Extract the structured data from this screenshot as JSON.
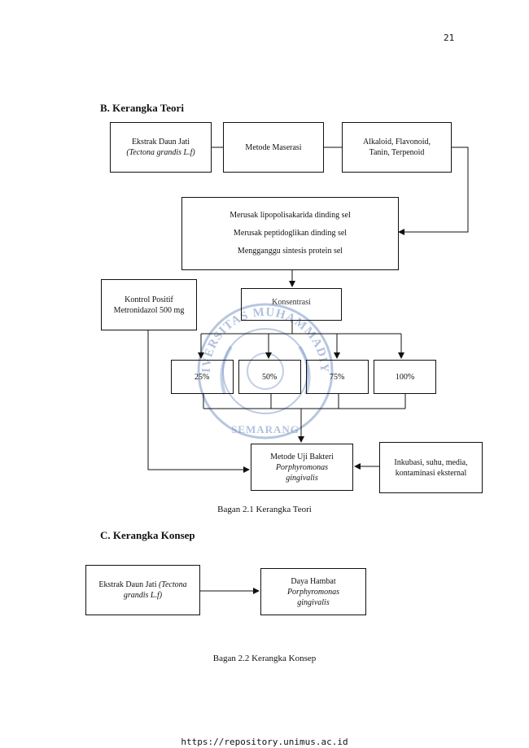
{
  "page_number": "21",
  "section_b": {
    "heading": "B. Kerangka Teori",
    "box_extract": {
      "line1": "Ekstrak Daun Jati",
      "line2": "(Tectona grandis L.f)"
    },
    "box_method": "Metode Maserasi",
    "box_compounds": {
      "line1": "Alkaloid, Flavonoid,",
      "line2": "Tanin, Terpenoid"
    },
    "box_mechanism": {
      "line1": "Merusak lipopolisakarida dinding sel",
      "line2": "Merusak peptidoglikan dinding sel",
      "line3": "Mengganggu sintesis protein sel"
    },
    "box_positive_control": {
      "line1": "Kontrol Positif",
      "line2": "Metronidazol 500 mg"
    },
    "box_concentration": "Konsentrasi",
    "concentrations": [
      "25%",
      "50%",
      "75%",
      "100%"
    ],
    "box_test_method": {
      "line1": "Metode Uji Bakteri",
      "line2": "Porphyromonas",
      "line3": "gingivalis"
    },
    "box_incubation": {
      "line1": "Inkubasi, suhu, media,",
      "line2": "kontaminasi eksternal"
    },
    "caption": "Bagan 2.1 Kerangka Teori"
  },
  "section_c": {
    "heading": "C. Kerangka Konsep",
    "box_extract": {
      "line1": "Ekstrak Daun Jati",
      "line1_italic": "(Tectona",
      "line2": "grandis L.f)"
    },
    "box_result": {
      "line1": "Daya Hambat",
      "line2": "Porphyromonas",
      "line3": "gingivalis"
    },
    "caption": "Bagan 2.2 Kerangka Konsep"
  },
  "watermark": {
    "top_text": "UNIVERSITAS MUHAMMADIYAH",
    "bottom_text": "SEMARANG"
  },
  "footer_url": "https://repository.unimus.ac.id",
  "colors": {
    "watermark": "#7d97c7",
    "ink": "#111111"
  }
}
